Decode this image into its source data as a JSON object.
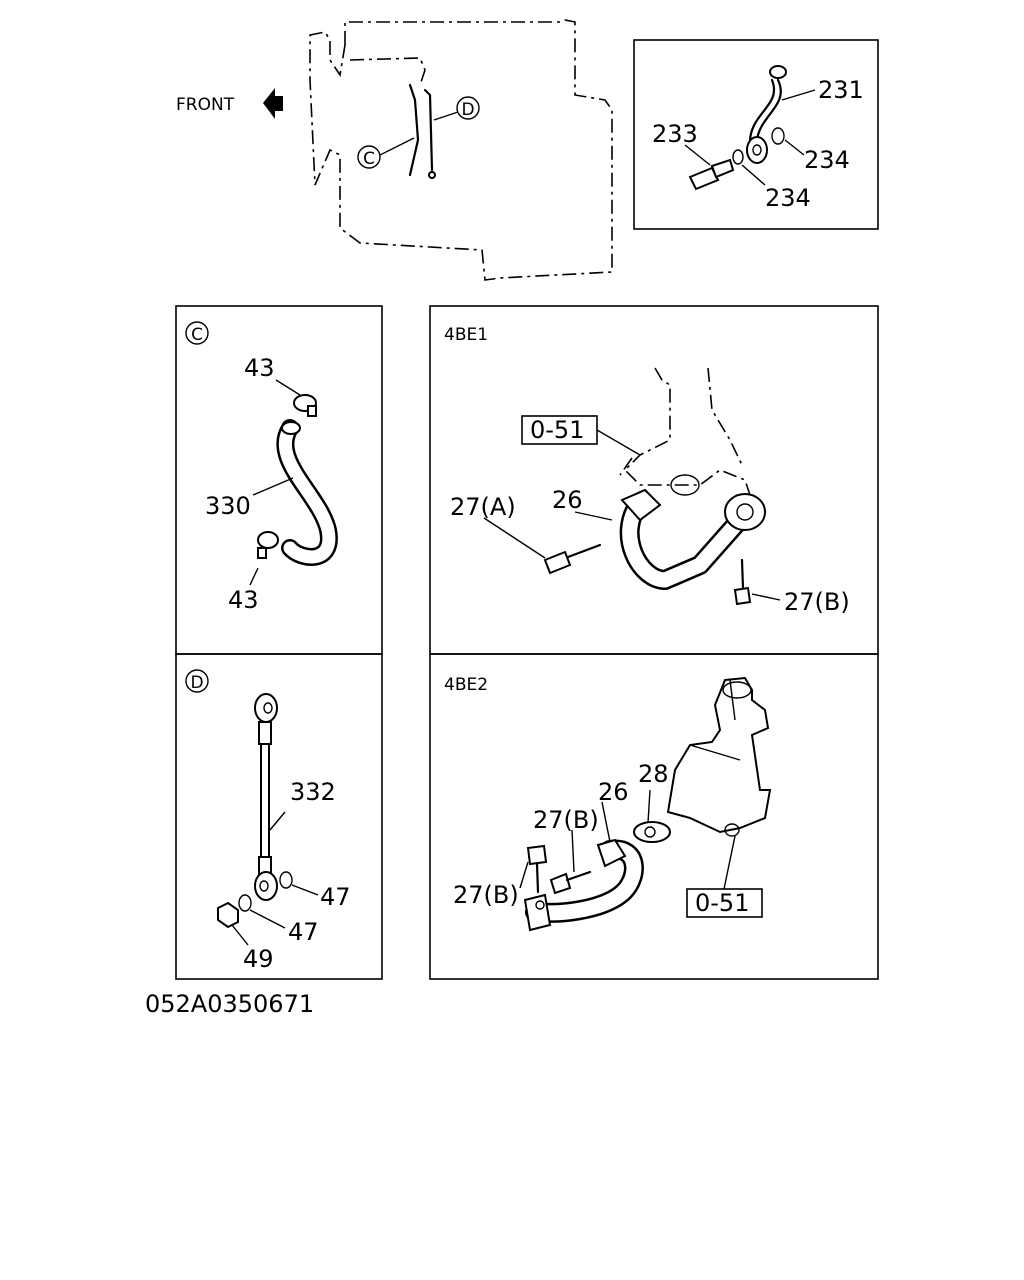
{
  "overview": {
    "front_label": "FRONT",
    "callout_c": "C",
    "callout_d": "D"
  },
  "inset_top": {
    "labels": {
      "p231": "231",
      "p233": "233",
      "p234a": "234",
      "p234b": "234"
    }
  },
  "panel_c": {
    "marker": "C",
    "labels": {
      "p43a": "43",
      "p330": "330",
      "p43b": "43"
    }
  },
  "panel_d": {
    "marker": "D",
    "labels": {
      "p332": "332",
      "p47a": "47",
      "p47b": "47",
      "p49": "49"
    }
  },
  "panel_4be1": {
    "title": "4BE1",
    "labels": {
      "ref": "0-51",
      "p26": "26",
      "p27a": "27(A)",
      "p27b": "27(B)"
    }
  },
  "panel_4be2": {
    "title": "4BE2",
    "labels": {
      "p28": "28",
      "p26": "26",
      "p27b_top": "27(B)",
      "p27b_left": "27(B)",
      "ref": "0-51"
    }
  },
  "footer": {
    "code": "052A0350671"
  }
}
